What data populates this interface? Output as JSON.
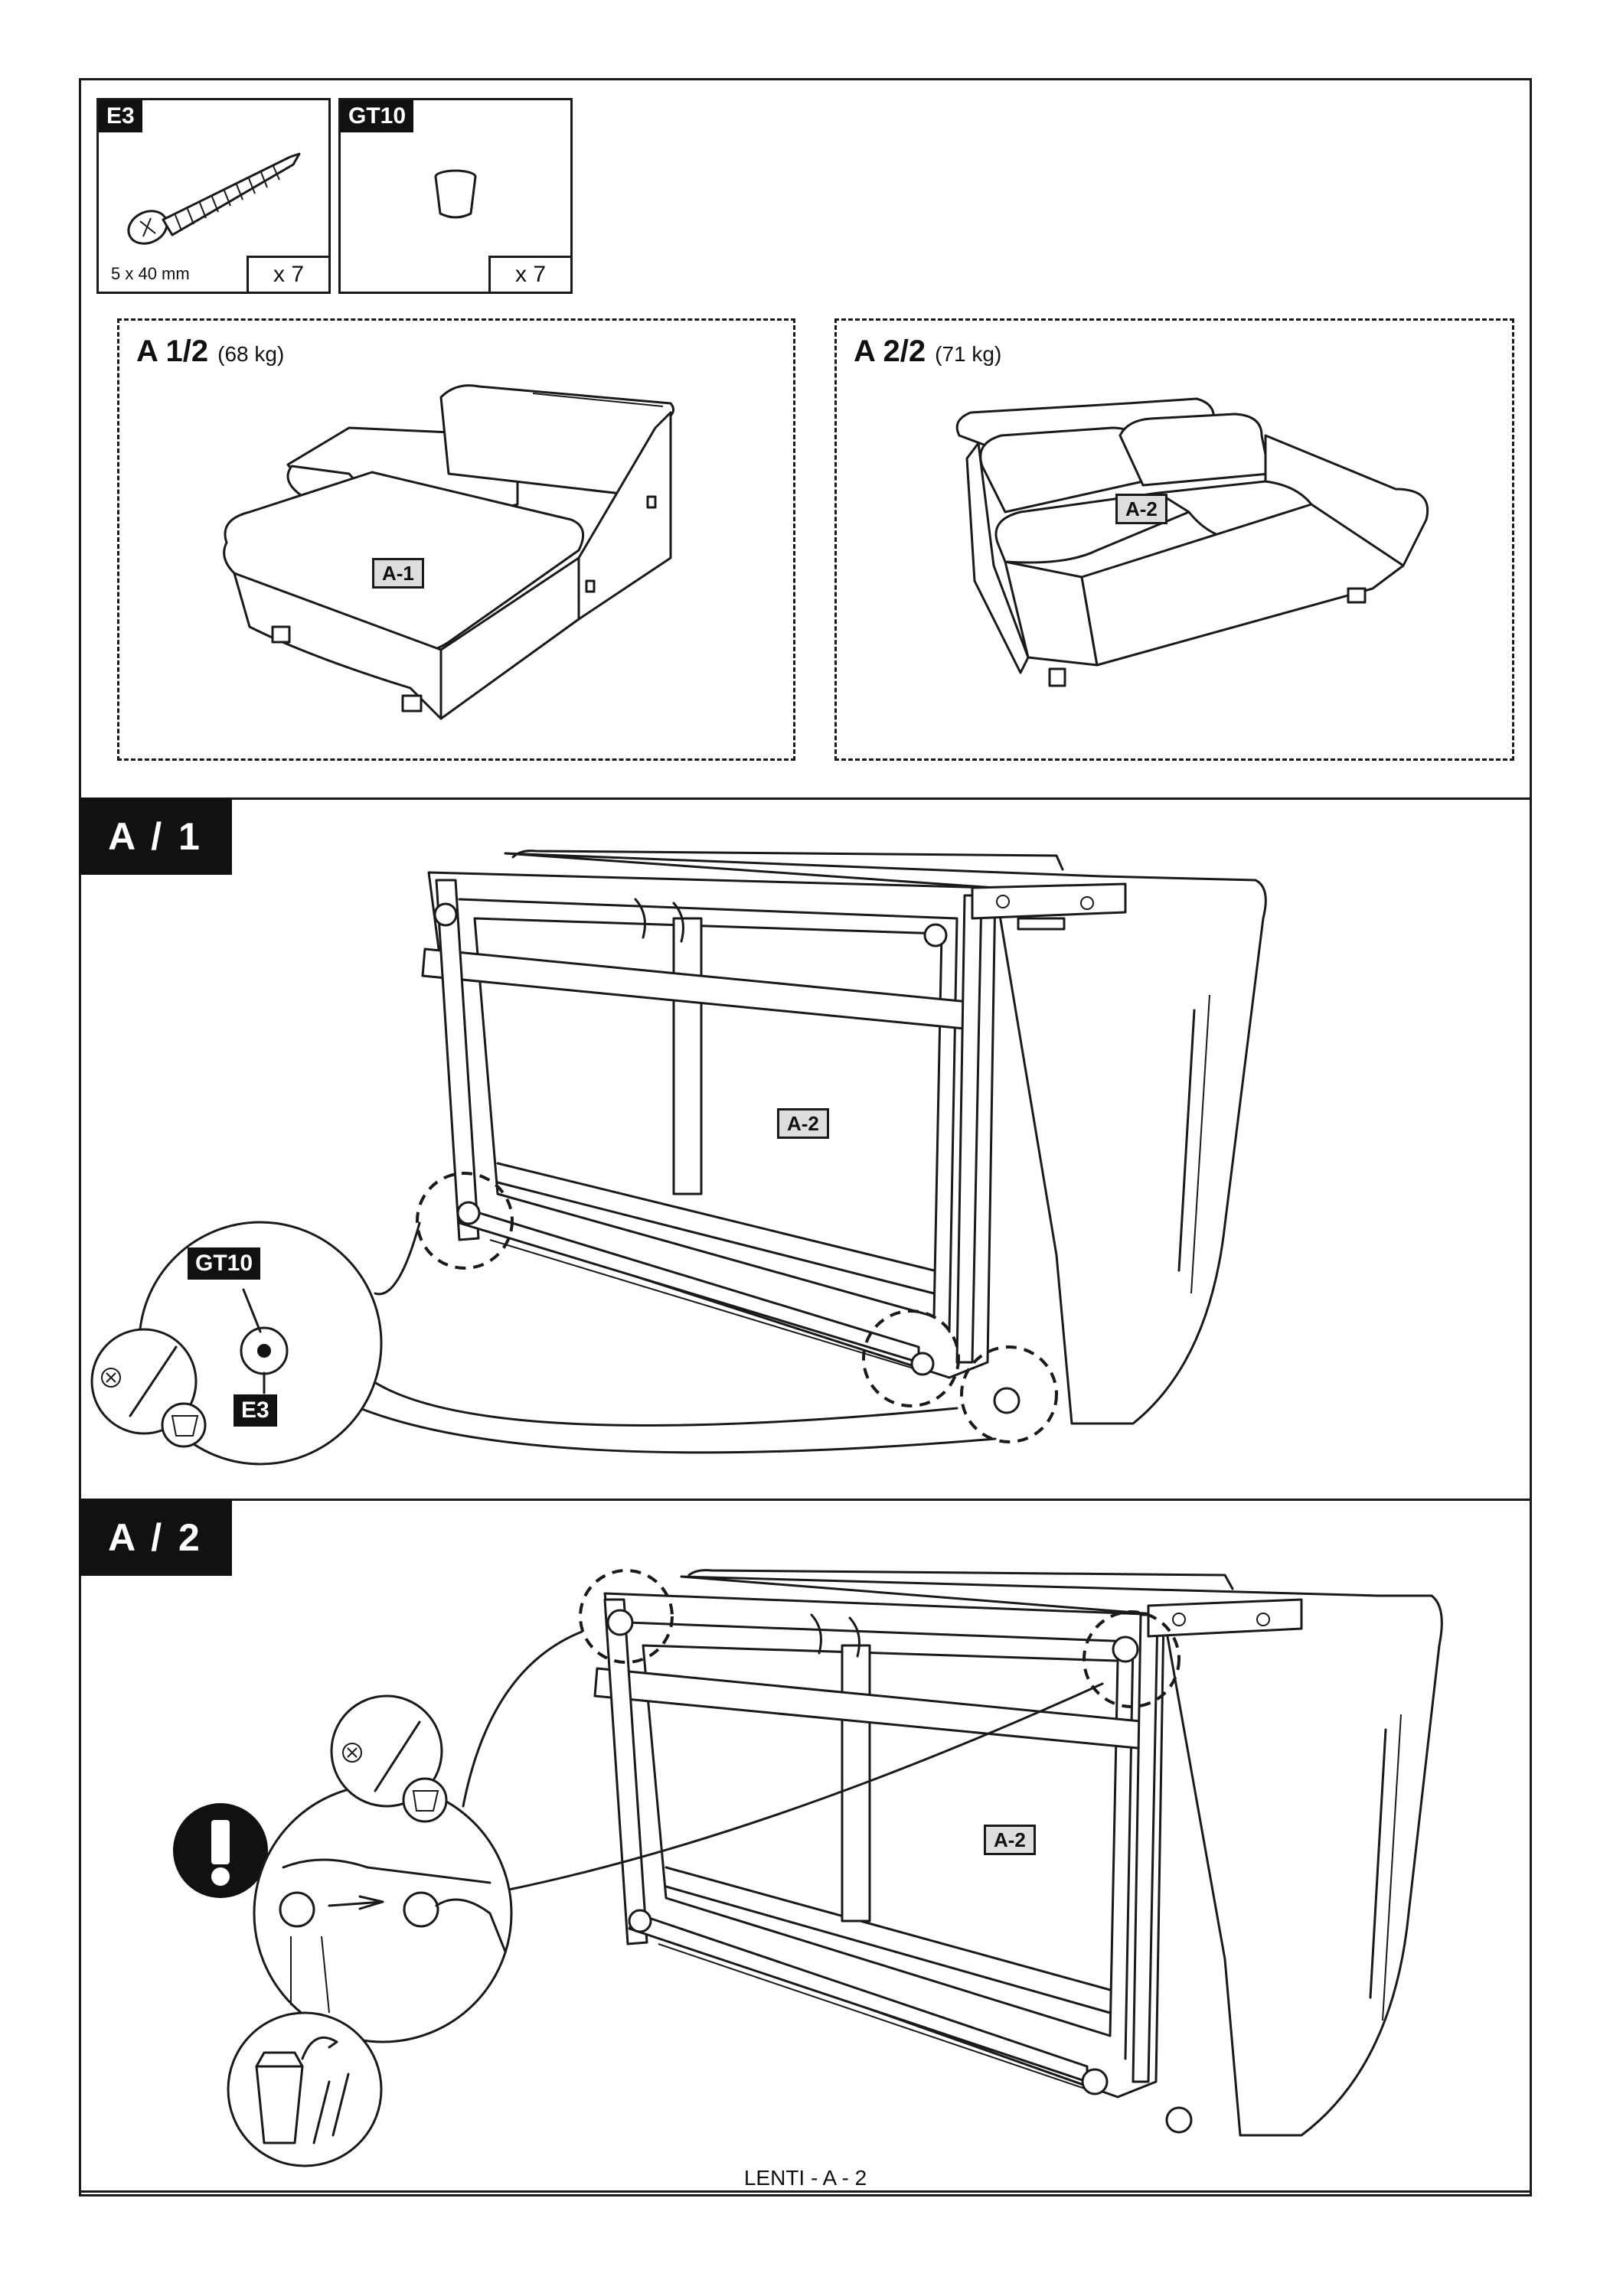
{
  "parts": [
    {
      "code": "E3",
      "quantity": "x 7",
      "dimension": "5 x 40 mm"
    },
    {
      "code": "GT10",
      "quantity": "x 7"
    }
  ],
  "modules": [
    {
      "title": "A 1/2",
      "weight": "(68 kg)",
      "label": "A-1"
    },
    {
      "title": "A 2/2",
      "weight": "(71 kg)",
      "label": "A-2"
    }
  ],
  "steps": [
    {
      "tab": "A / 1",
      "label": "A-2",
      "callout_top": "GT10",
      "callout_bottom": "E3"
    },
    {
      "tab": "A / 2",
      "label": "A-2"
    }
  ],
  "footer": "LENTI - A - 2"
}
